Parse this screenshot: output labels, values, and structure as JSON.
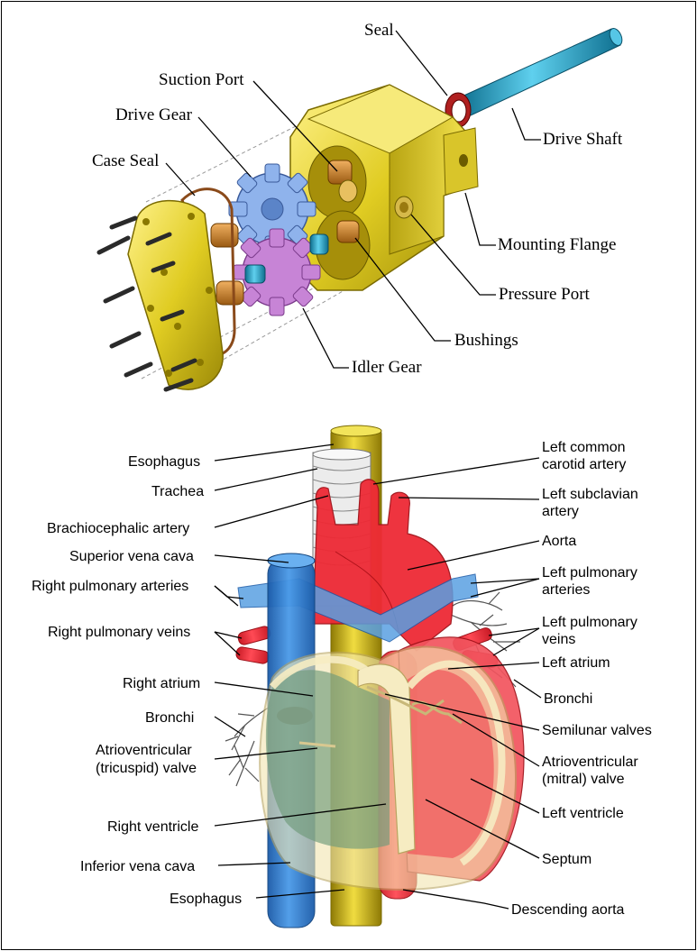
{
  "gear_pump": {
    "labels": {
      "seal": "Seal",
      "suction_port": "Suction Port",
      "drive_gear": "Drive Gear",
      "case_seal": "Case Seal",
      "drive_shaft": "Drive Shaft",
      "mounting_flange": "Mounting Flange",
      "pressure_port": "Pressure Port",
      "bushings": "Bushings",
      "idler_gear": "Idler Gear"
    },
    "colors": {
      "housing": "#e0cc22",
      "drive_gear": "#8fb3ec",
      "idler_gear": "#c784d6",
      "shaft": "#1aa0c8",
      "bushing": "#c8862a",
      "seal": "#b02020",
      "bolt": "#4a4a4a"
    }
  },
  "heart": {
    "labels": {
      "esophagus_top": "Esophagus",
      "trachea": "Trachea",
      "brachiocephalic_artery": "Brachiocephalic artery",
      "superior_vena_cava": "Superior vena cava",
      "right_pulmonary_arteries": "Right pulmonary arteries",
      "right_pulmonary_veins": "Right pulmonary veins",
      "right_atrium": "Right atrium",
      "bronchi_left_side": "Bronchi",
      "av_tricuspid_line1": "Atrioventricular",
      "av_tricuspid_line2": "(tricuspid) valve",
      "right_ventricle": "Right ventricle",
      "inferior_vena_cava": "Inferior vena cava",
      "esophagus_bottom": "Esophagus",
      "left_common_carotid_line1": "Left common",
      "left_common_carotid_line2": "carotid artery",
      "left_subclavian_line1": "Left subclavian",
      "left_subclavian_line2": "artery",
      "aorta": "Aorta",
      "left_pulmonary_arteries_line1": "Left pulmonary",
      "left_pulmonary_arteries_line2": "arteries",
      "left_pulmonary_veins_line1": "Left pulmonary",
      "left_pulmonary_veins_line2": "veins",
      "left_atrium": "Left atrium",
      "bronchi_right_side": "Bronchi",
      "semilunar_valves": "Semilunar valves",
      "av_mitral_line1": "Atrioventricular",
      "av_mitral_line2": "(mitral) valve",
      "left_ventricle": "Left ventricle",
      "septum": "Septum",
      "descending_aorta": "Descending aorta"
    },
    "colors": {
      "arterial": "#ee2a35",
      "venous": "#2f7fd0",
      "esophagus": "#d8c020",
      "wall": "#f3e6b0",
      "trachea": "#e8e8e8"
    }
  }
}
